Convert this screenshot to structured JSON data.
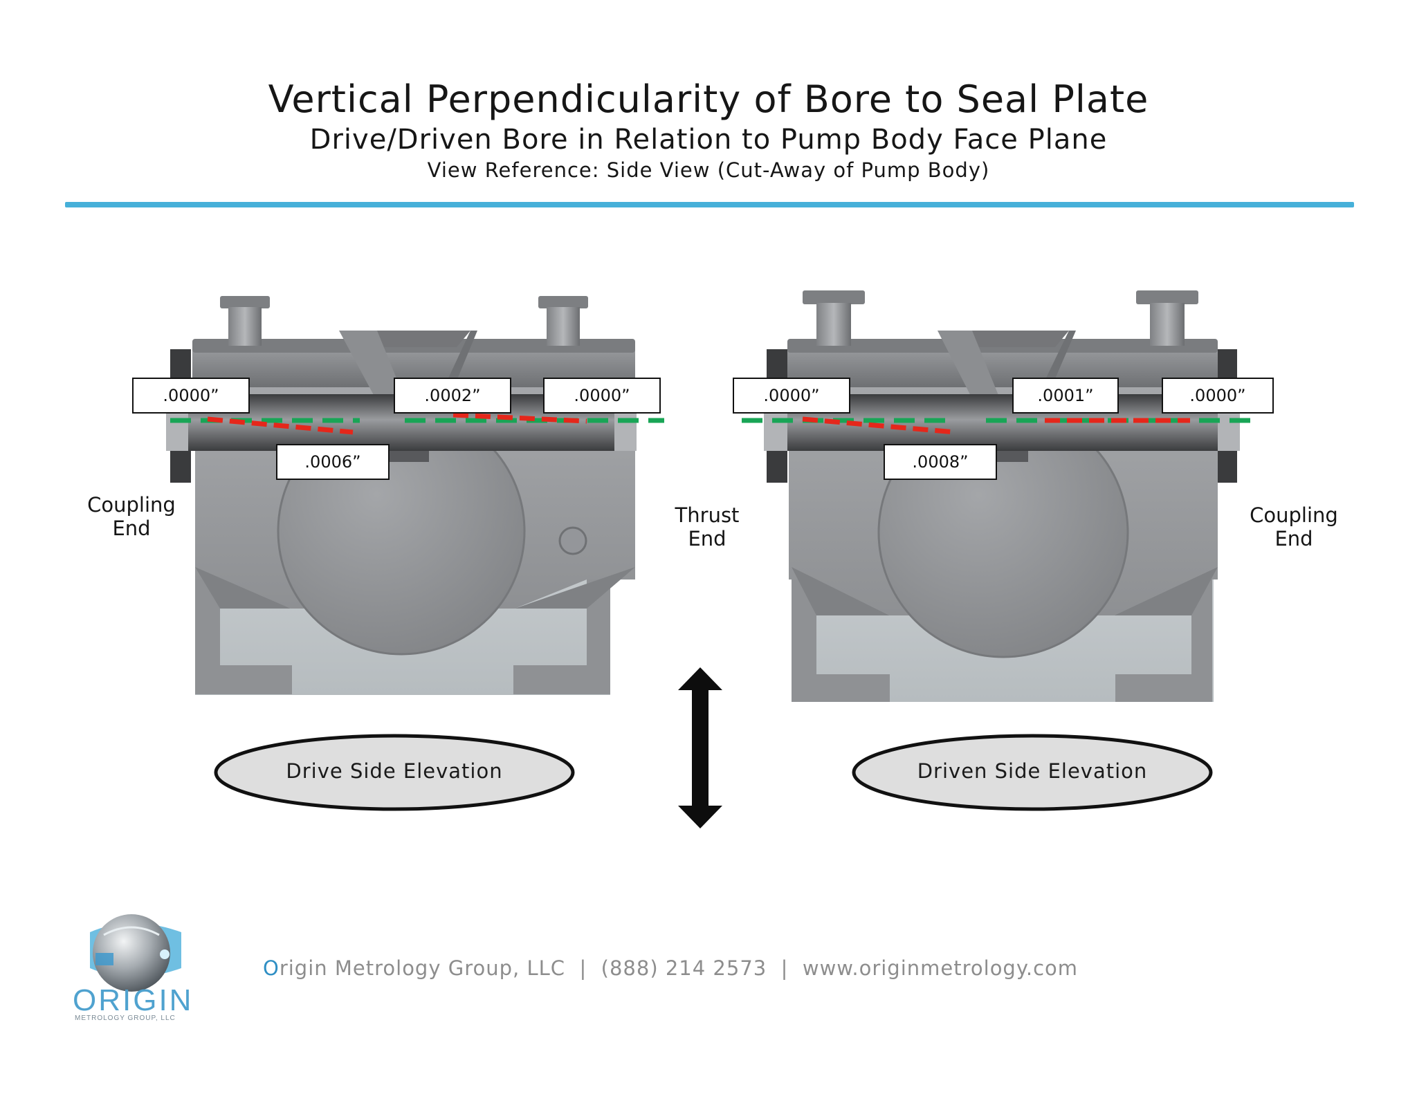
{
  "header": {
    "title": "Vertical Perpendicularity of Bore to Seal Plate",
    "subtitle": "Drive/Driven Bore in Relation to Pump Body Face Plane",
    "view_reference": "View Reference: Side View (Cut-Away of Pump Body)"
  },
  "colors": {
    "accent_rule": "#46b0d9",
    "reference_line": "#19a556",
    "deviation_line": "#e5271b"
  },
  "labels": {
    "left_end": "Coupling\nEnd",
    "middle_end": "Thrust\nEnd",
    "right_end": "Coupling\nEnd"
  },
  "drive_side": {
    "name": "Drive Side Elevation",
    "measurements": [
      ".0000”",
      ".0002”",
      ".0000”",
      ".0006”"
    ]
  },
  "driven_side": {
    "name": "Driven Side Elevation",
    "measurements": [
      ".0000”",
      ".0001”",
      ".0000”",
      ".0008”"
    ]
  },
  "icons": {
    "vertical_arrow": "double-headed-vertical-arrow-icon",
    "logo": "origin-sphere-logo"
  },
  "footer": {
    "company_first_letter": "O",
    "company_rest": "rigin Metrology Group, LLC  |  (888) 214 2573  |  www.originmetrology.com"
  },
  "logo": {
    "name": "ORIGIN",
    "tagline": "METROLOGY GROUP, LLC"
  }
}
